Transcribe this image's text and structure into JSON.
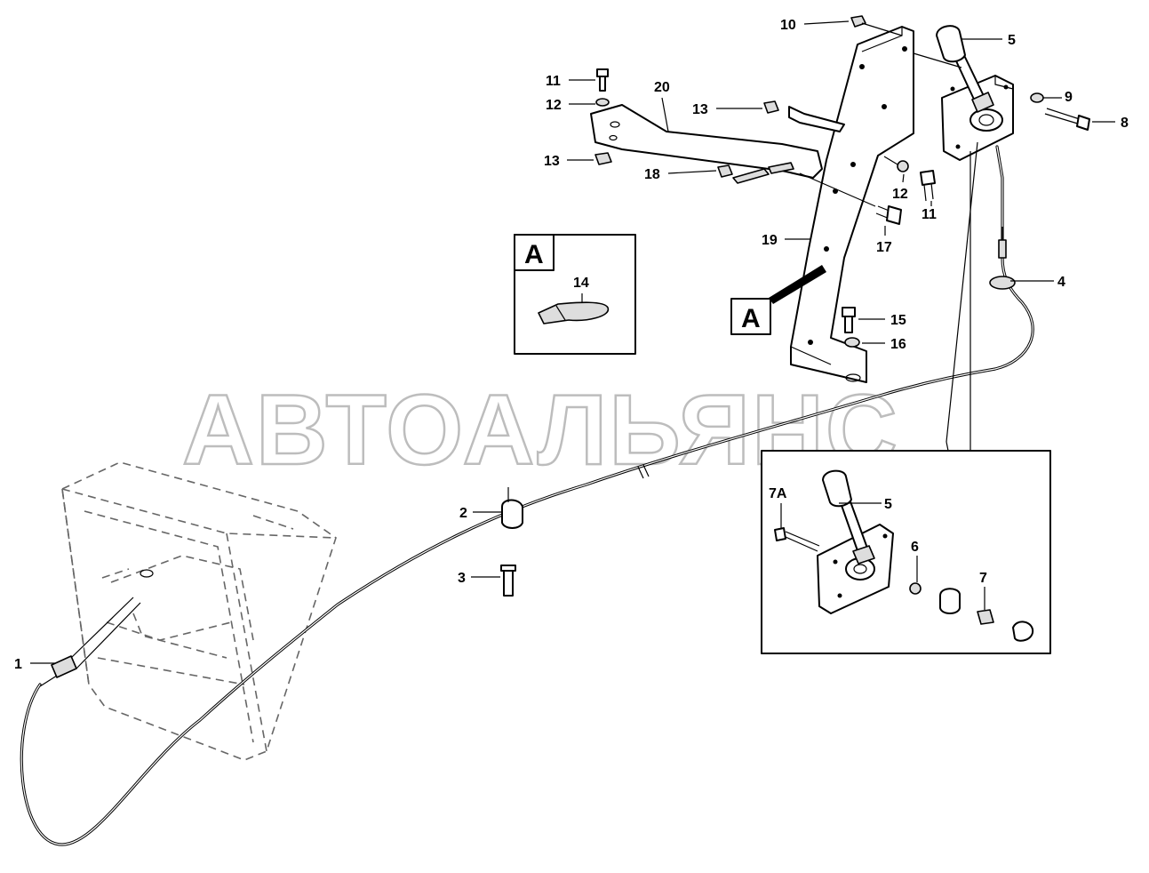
{
  "watermark": "АВТОАЛЬЯНС",
  "detail": {
    "letter": "A"
  },
  "labels": [
    {
      "id": "l1",
      "text": "1"
    },
    {
      "id": "l2",
      "text": "2"
    },
    {
      "id": "l3",
      "text": "3"
    },
    {
      "id": "l4",
      "text": "4"
    },
    {
      "id": "l5a",
      "text": "5"
    },
    {
      "id": "l5b",
      "text": "5"
    },
    {
      "id": "l6",
      "text": "6"
    },
    {
      "id": "l7",
      "text": "7"
    },
    {
      "id": "l7a",
      "text": "7A"
    },
    {
      "id": "l8",
      "text": "8"
    },
    {
      "id": "l9",
      "text": "9"
    },
    {
      "id": "l10",
      "text": "10"
    },
    {
      "id": "l11a",
      "text": "11"
    },
    {
      "id": "l11b",
      "text": "11"
    },
    {
      "id": "l12a",
      "text": "12"
    },
    {
      "id": "l12b",
      "text": "12"
    },
    {
      "id": "l13a",
      "text": "13"
    },
    {
      "id": "l13b",
      "text": "13"
    },
    {
      "id": "l14",
      "text": "14"
    },
    {
      "id": "l15",
      "text": "15"
    },
    {
      "id": "l16",
      "text": "16"
    },
    {
      "id": "l17",
      "text": "17"
    },
    {
      "id": "l18",
      "text": "18"
    },
    {
      "id": "l19",
      "text": "19"
    },
    {
      "id": "l20",
      "text": "20"
    }
  ]
}
